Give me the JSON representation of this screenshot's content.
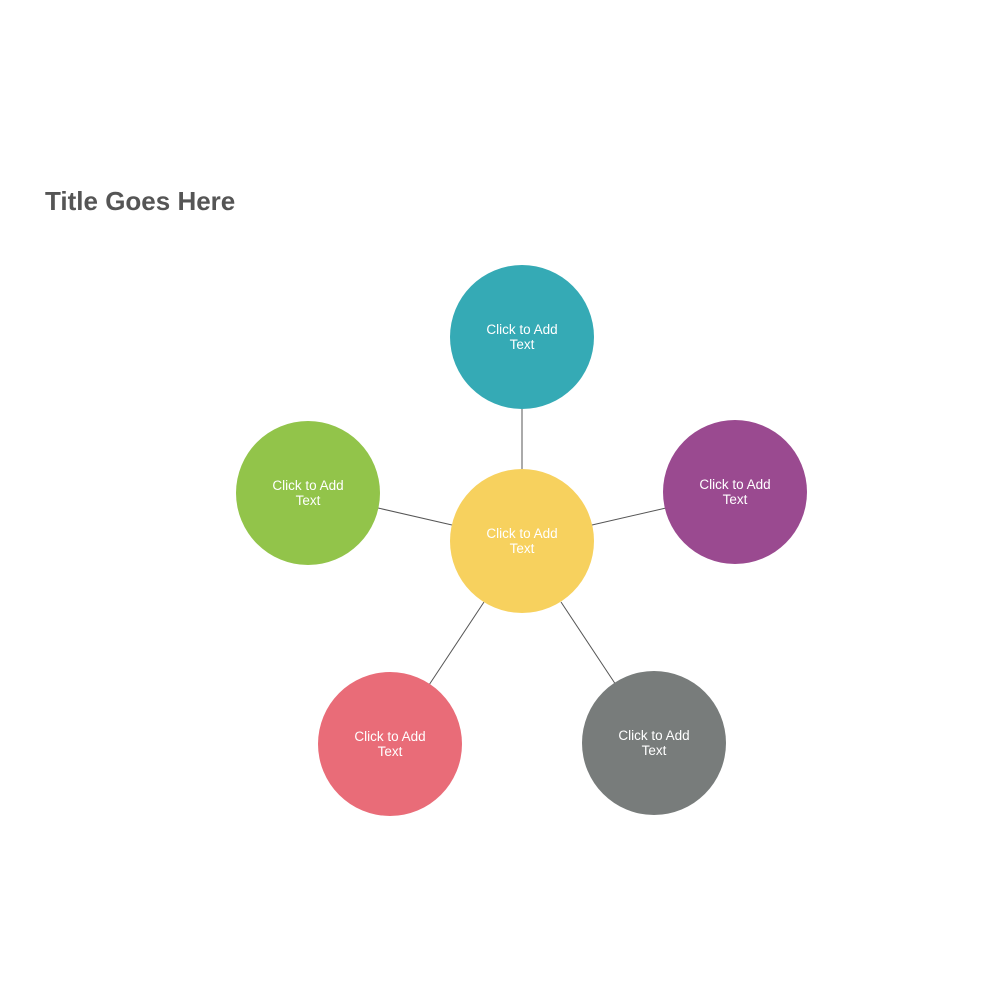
{
  "title": "Title Goes Here",
  "diagram": {
    "type": "hub-and-spoke",
    "center": {
      "label_line1": "Click to Add",
      "label_line2": "Text",
      "color": "#f7d15e"
    },
    "spokes": [
      {
        "id": "top",
        "label_line1": "Click to Add",
        "label_line2": "Text",
        "color": "#35aab5"
      },
      {
        "id": "right",
        "label_line1": "Click to Add",
        "label_line2": "Text",
        "color": "#9a4a90"
      },
      {
        "id": "bottom-right",
        "label_line1": "Click to Add",
        "label_line2": "Text",
        "color": "#787c7b"
      },
      {
        "id": "bottom-left",
        "label_line1": "Click to Add",
        "label_line2": "Text",
        "color": "#e96c78"
      },
      {
        "id": "left",
        "label_line1": "Click to Add",
        "label_line2": "Text",
        "color": "#92c44a"
      }
    ],
    "connector_color": "#555555"
  }
}
